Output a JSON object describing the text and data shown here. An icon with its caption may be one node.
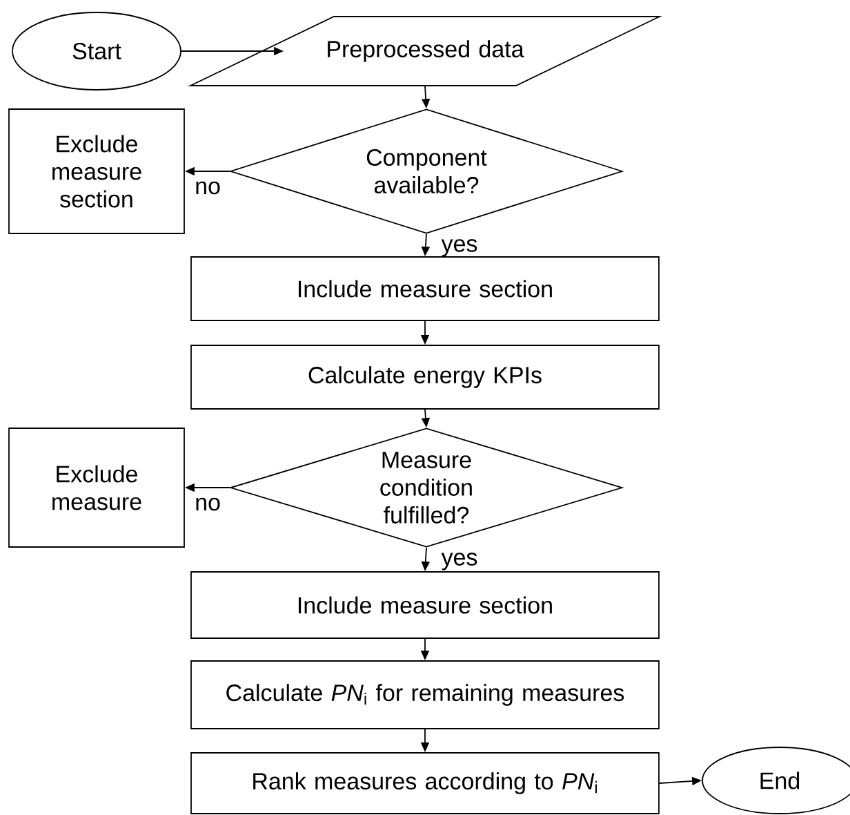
{
  "diagram": {
    "nodes": [
      {
        "text": [
          "Start"
        ]
      },
      {
        "text": [
          "Preprocessed data"
        ]
      },
      {
        "text": [
          "Component available?"
        ]
      },
      {
        "text": [
          "Exclude measure section"
        ]
      },
      {
        "text": [
          "Include measure section"
        ]
      },
      {
        "text": [
          "Calculate energy KPIs"
        ]
      },
      {
        "text": [
          "Measure condition fulfilled?"
        ]
      },
      {
        "text": [
          "Exclude measure"
        ]
      },
      {
        "text": [
          "Include measure section"
        ]
      },
      {
        "text": [
          "Calculate *PN*$_{i}$ for remaining measures"
        ]
      },
      {
        "text": [
          "Rank measures according to *PN*$_{i}$"
        ]
      },
      {
        "text": [
          "End"
        ]
      }
    ],
    "edges": [
      {
        "from": 0,
        "to": 1,
        "arrow": "to"
      },
      {
        "from": 1,
        "to": 2,
        "arrow": "to"
      },
      {
        "from": 2,
        "to": 3,
        "arrow": "to",
        "label": "no"
      },
      {
        "from": 2,
        "to": 4,
        "arrow": "to",
        "label": "yes"
      },
      {
        "from": 4,
        "to": 5,
        "arrow": "to"
      },
      {
        "from": 5,
        "to": 6,
        "arrow": "to"
      },
      {
        "from": 6,
        "to": 7,
        "arrow": "to",
        "label": "no"
      },
      {
        "from": 6,
        "to": 8,
        "arrow": "to",
        "label": "yes"
      },
      {
        "from": 8,
        "to": 9,
        "arrow": "to"
      },
      {
        "from": 9,
        "to": 10,
        "arrow": "to"
      },
      {
        "from": 10,
        "to": 11,
        "arrow": "to"
      }
    ]
  }
}
